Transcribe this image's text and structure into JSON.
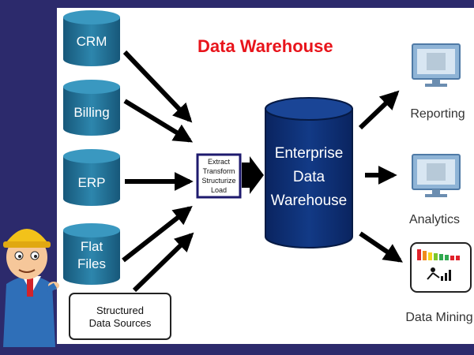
{
  "title": "Data Warehouse",
  "sources": [
    {
      "line1": "CRM",
      "line2": ""
    },
    {
      "line1": "Billing",
      "line2": ""
    },
    {
      "line1": "ERP",
      "line2": ""
    },
    {
      "line1": "Flat",
      "line2": "Files"
    }
  ],
  "structured_sources": {
    "line1": "Structured",
    "line2": "Data Sources"
  },
  "etl": {
    "lines": [
      "Extract",
      "Transform",
      "Structurize",
      "Load"
    ]
  },
  "warehouse": {
    "line1": "Enterprise",
    "line2": "Data",
    "line3": "Warehouse"
  },
  "outputs": [
    {
      "label": "Reporting",
      "icon": "monitor-icon"
    },
    {
      "label": "Analytics",
      "icon": "monitor-icon"
    },
    {
      "label": "Data Mining",
      "icon": "bar-chart-icon"
    }
  ],
  "colors": {
    "background": "#2c2a6c",
    "source_cylinder": "#1f6f93",
    "warehouse": "#0b2c6e",
    "title": "#e8141b"
  }
}
